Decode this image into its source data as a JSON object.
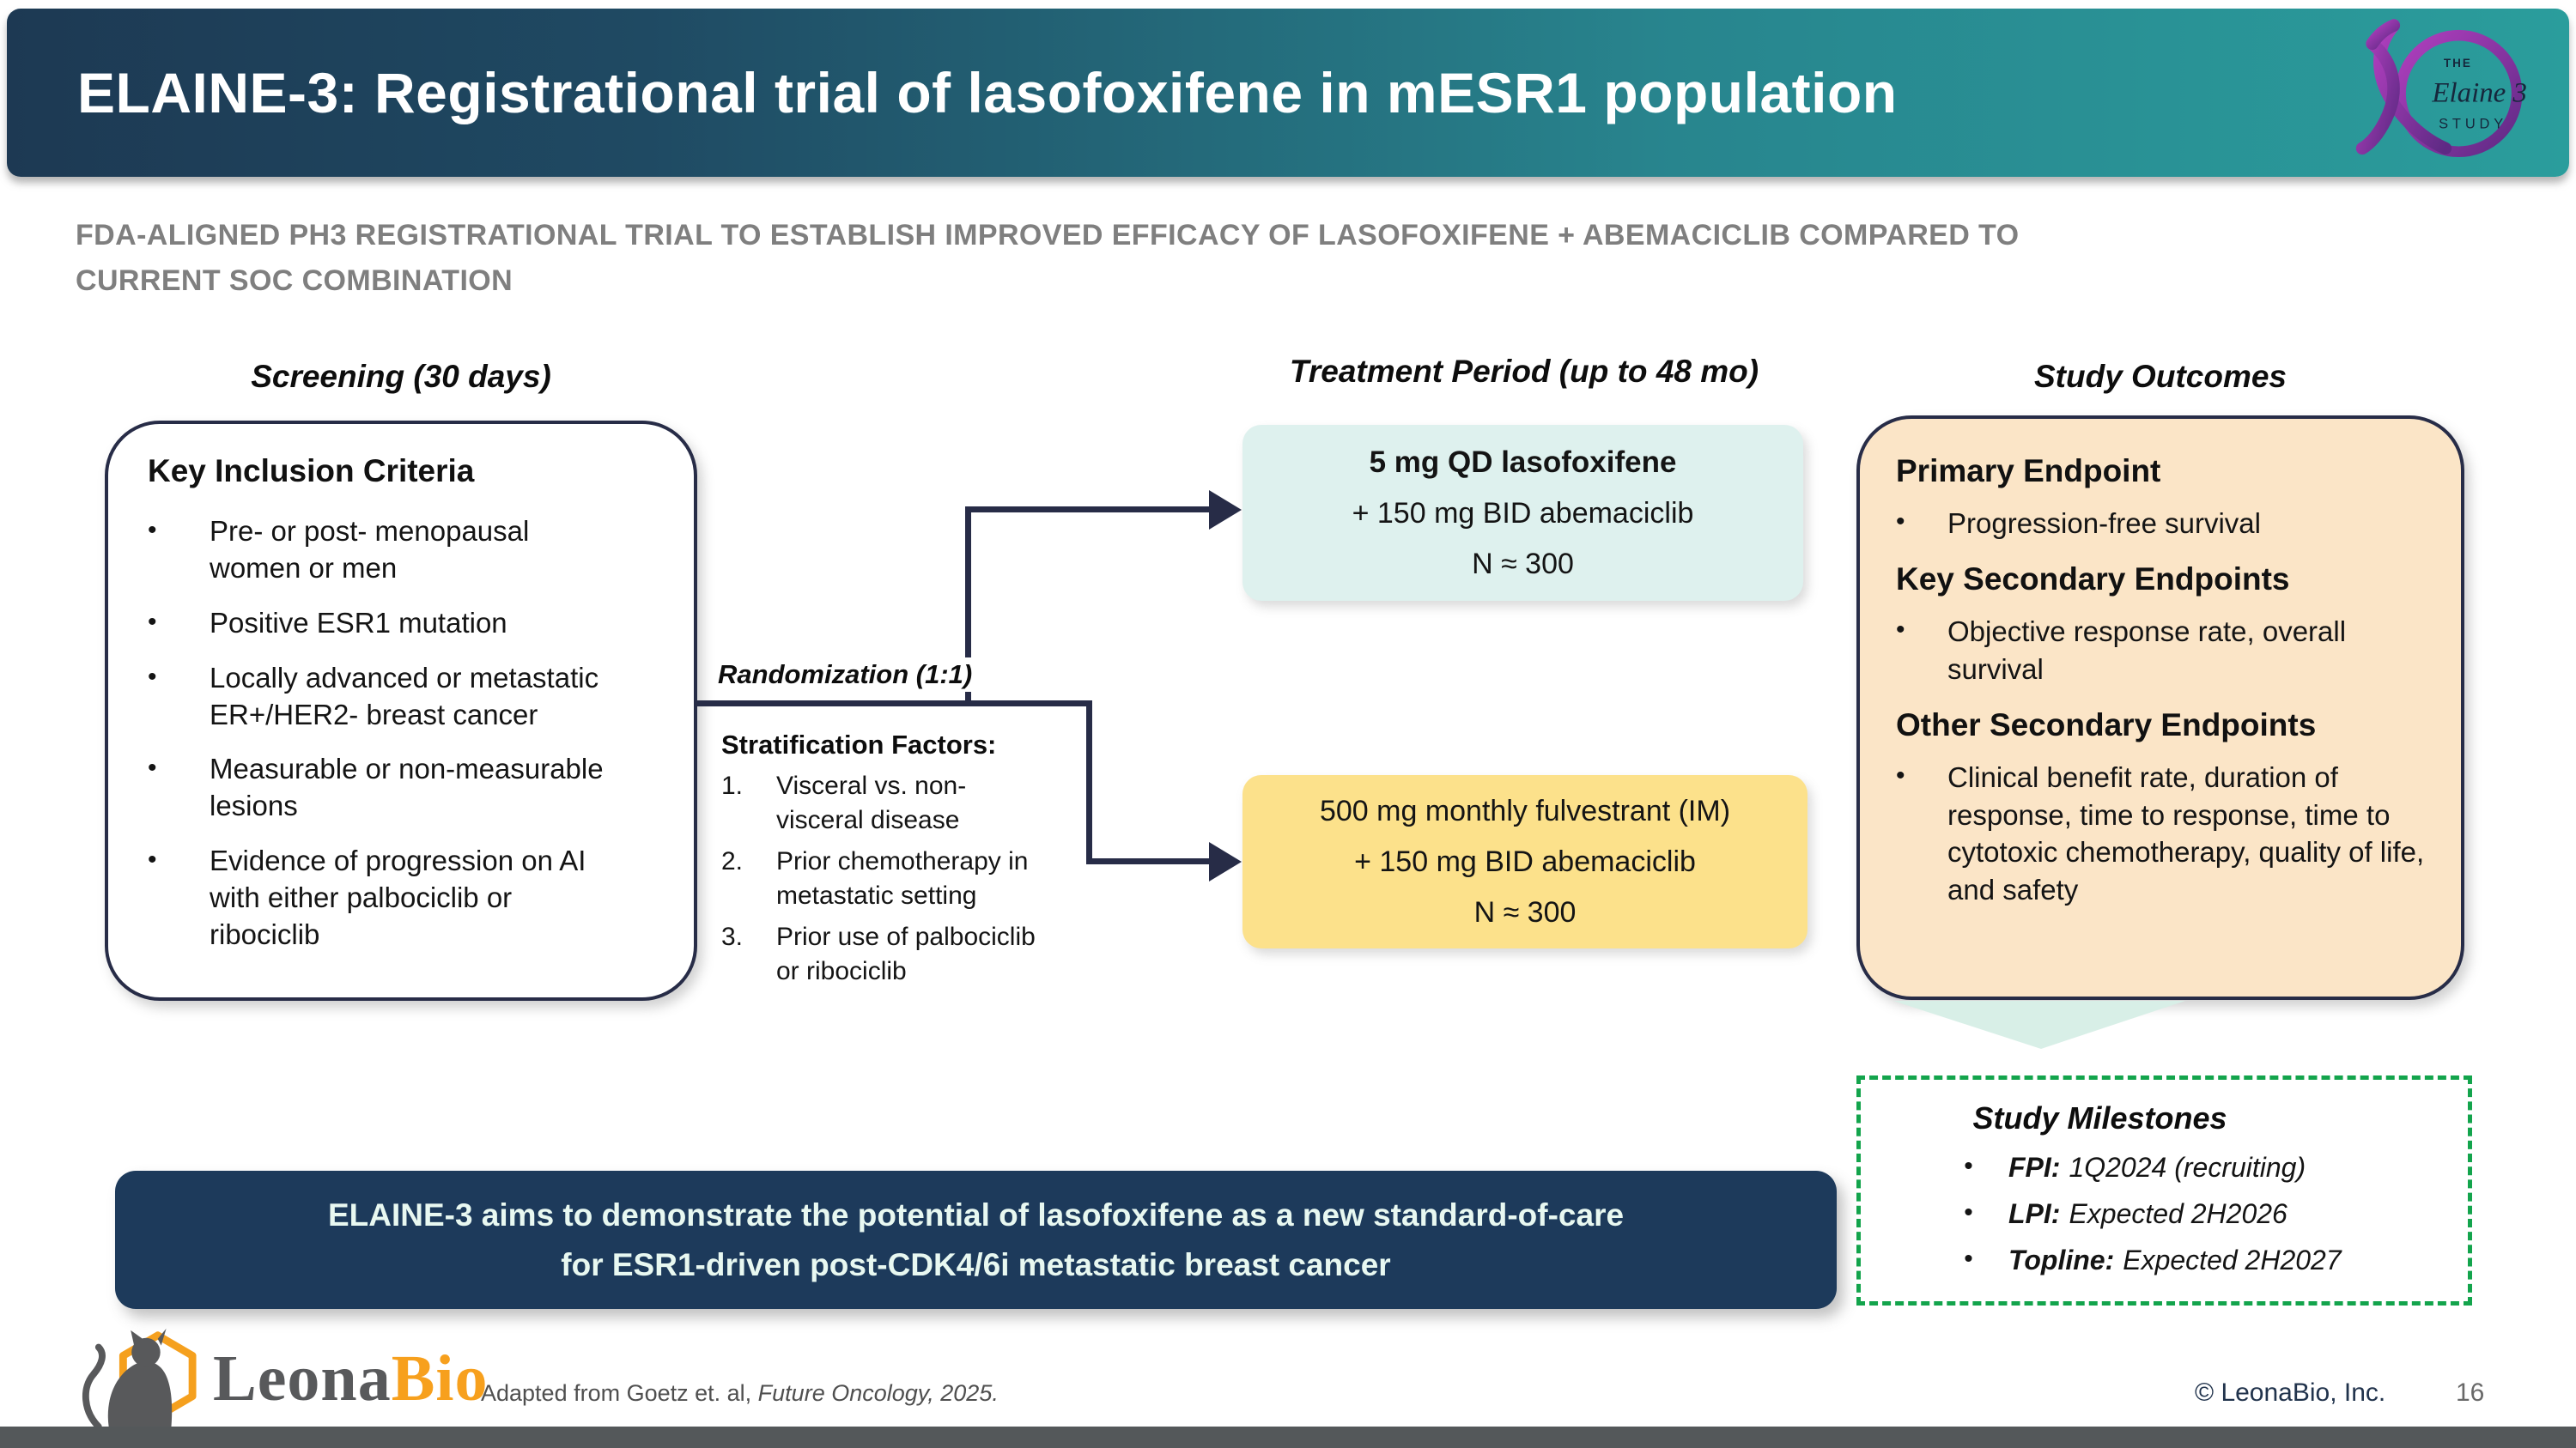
{
  "header": {
    "title": "ELAINE-3: Registrational trial of lasofoxifene in mESR1 population",
    "study_logo": {
      "the": "THE",
      "name": "Elaine 3",
      "study": "STUDY"
    }
  },
  "subtitle": {
    "line1": "FDA-ALIGNED PH3 REGISTRATIONAL TRIAL TO ESTABLISH IMPROVED EFFICACY OF LASOFOXIFENE + ABEMACICLIB COMPARED TO",
    "line2": "CURRENT SOC COMBINATION"
  },
  "ui": {
    "bullet": "•"
  },
  "screening": {
    "heading": "Screening (30 days)",
    "box_title": "Key Inclusion Criteria",
    "bullets": [
      "Pre- or post- menopausal women or men",
      "Positive ESR1 mutation",
      "Locally advanced or metastatic ER+/HER2- breast cancer",
      "Measurable or non-measurable lesions",
      "Evidence of progression on AI with either palbociclib or ribociclib"
    ]
  },
  "randomization": {
    "label": "Randomization (1:1)",
    "strat_title": "Stratification Factors:",
    "numbers": [
      "1.",
      "2.",
      "3."
    ],
    "factors": [
      "Visceral vs. non-visceral disease",
      "Prior chemotherapy in metastatic setting",
      "Prior use of palbociclib or ribociclib"
    ]
  },
  "treatment": {
    "heading": "Treatment Period (up to 48 mo)",
    "arm_laso": {
      "line1": "5 mg QD lasofoxifene",
      "line2": "+ 150 mg BID abemaciclib",
      "n": "N ≈ 300"
    },
    "arm_fulv": {
      "line1": "500 mg monthly fulvestrant (IM)",
      "line2": "+ 150 mg BID abemaciclib",
      "n": "N ≈ 300"
    }
  },
  "outcomes": {
    "heading": "Study Outcomes",
    "sections": [
      {
        "title": "Primary Endpoint",
        "bullet": "Progression-free survival"
      },
      {
        "title": "Key Secondary Endpoints",
        "bullet": "Objective response rate, overall survival"
      },
      {
        "title": "Other Secondary Endpoints",
        "bullet": "Clinical benefit rate, duration of response, time to response, time to cytotoxic chemotherapy, quality of life, and safety"
      }
    ]
  },
  "milestones": {
    "title": "Study Milestones",
    "items": [
      {
        "label": "FPI:",
        "value": "1Q2024 (recruiting)"
      },
      {
        "label": "LPI:",
        "value": "Expected 2H2026"
      },
      {
        "label": "Topline:",
        "value": "Expected 2H2027"
      }
    ]
  },
  "banner": {
    "line1": "ELAINE-3 aims to demonstrate the potential of lasofoxifene as a new standard-of-care",
    "line2": "for ESR1-driven post-CDK4/6i metastatic breast cancer"
  },
  "footer": {
    "brand_leona": "Leona",
    "brand_bio": "Bio",
    "source_prefix": "Adapted from Goetz et. al, ",
    "source_italic": "Future Oncology, 2025.",
    "copyright": "© LeonaBio, Inc.",
    "page": "16"
  },
  "colors": {
    "header_gradient_left": "#1d3953",
    "header_gradient_right": "#2a9d9c",
    "ribbon_purple": "#8e3aa8",
    "connector_navy": "#272c47",
    "arm_laso_bg": "#def1ee",
    "arm_fulv_bg": "#fce18b",
    "outcomes_bg": "#fbe5c7",
    "milestones_green": "#13a44c",
    "banner_navy": "#1d3a5b",
    "banner_text": "#e8f8f1",
    "subtitle_gray": "#7f7f7f",
    "brand_orange": "#f7a01d",
    "brand_gray": "#58595b",
    "bottom_bar": "#54585a",
    "mint_arrow": "#d8efe7"
  }
}
